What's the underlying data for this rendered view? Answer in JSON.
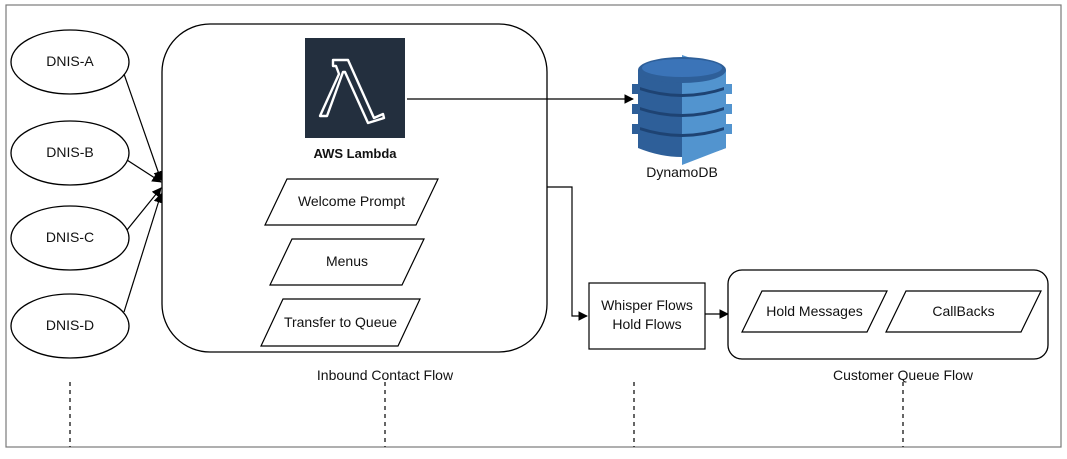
{
  "nodes": {
    "dnis": [
      "DNIS-A",
      "DNIS-B",
      "DNIS-C",
      "DNIS-D"
    ],
    "lambda_label": "AWS Lambda",
    "dynamodb_label": "DynamoDB",
    "inbound_steps": [
      "Welcome Prompt",
      "Menus",
      "Transfer to Queue"
    ],
    "inbound_caption": "Inbound Contact Flow",
    "whisper_lines": [
      "Whisper Flows",
      "Hold Flows"
    ],
    "queue_steps": [
      "Hold Messages",
      "CallBacks"
    ],
    "queue_caption": "Customer Queue Flow"
  },
  "colors": {
    "lambda_bg": "#232f3e",
    "dynamo_dark": "#2e5f99",
    "dynamo_mid": "#3b74b8",
    "dynamo_light": "#5294cf",
    "line": "#000000",
    "frame": "#7a7a7a"
  }
}
